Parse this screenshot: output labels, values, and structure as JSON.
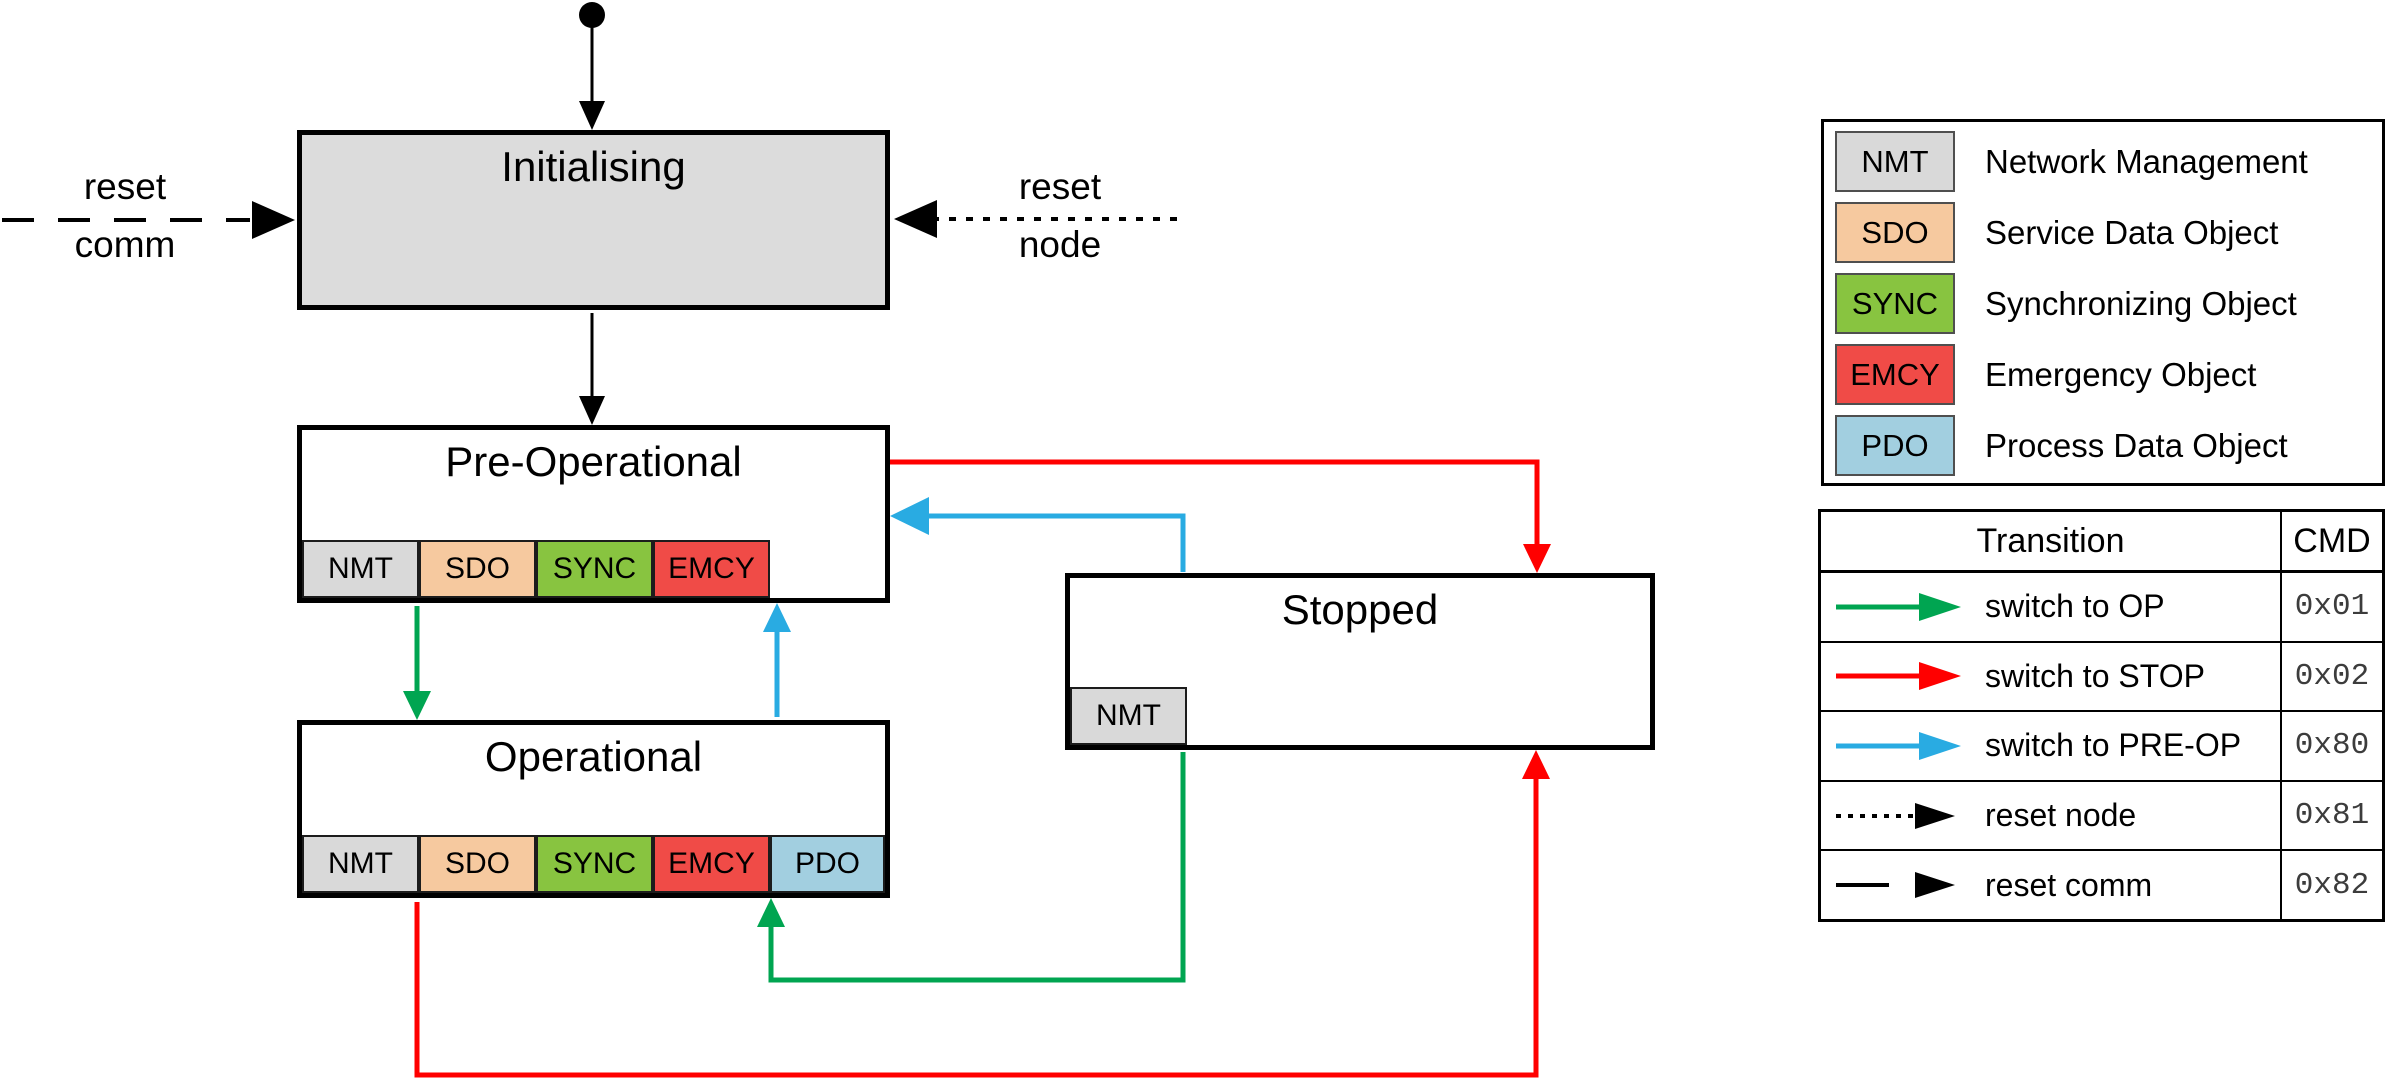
{
  "states": {
    "initialising": {
      "title": "Initialising"
    },
    "preop": {
      "title": "Pre-Operational",
      "tabs": {
        "nmt": "NMT",
        "sdo": "SDO",
        "sync": "SYNC",
        "emcy": "EMCY"
      }
    },
    "operational": {
      "title": "Operational",
      "tabs": {
        "nmt": "NMT",
        "sdo": "SDO",
        "sync": "SYNC",
        "emcy": "EMCY",
        "pdo": "PDO"
      }
    },
    "stopped": {
      "title": "Stopped",
      "tabs": {
        "nmt": "NMT"
      }
    }
  },
  "external": {
    "reset_comm": {
      "line1": "reset",
      "line2": "comm"
    },
    "reset_node": {
      "line1": "reset",
      "line2": "node"
    }
  },
  "legend": {
    "nmt": {
      "code": "NMT",
      "desc": "Network Management"
    },
    "sdo": {
      "code": "SDO",
      "desc": "Service Data Object"
    },
    "sync": {
      "code": "SYNC",
      "desc": "Synchronizing Object"
    },
    "emcy": {
      "code": "EMCY",
      "desc": "Emergency Object"
    },
    "pdo": {
      "code": "PDO",
      "desc": "Process Data Object"
    }
  },
  "table": {
    "header": {
      "transition": "Transition",
      "cmd": "CMD"
    },
    "rows": {
      "op": {
        "label": "switch to OP",
        "cmd": "0x01"
      },
      "stop": {
        "label": "switch to STOP",
        "cmd": "0x02"
      },
      "preop": {
        "label": "switch to PRE-OP",
        "cmd": "0x80"
      },
      "resetnode": {
        "label": "reset node",
        "cmd": "0x81"
      },
      "resetcomm": {
        "label": "reset comm",
        "cmd": "0x82"
      }
    }
  },
  "colors": {
    "state_fill": "#dcdcdc",
    "nmt": "#d9d9d9",
    "sdo": "#f6c99f",
    "sync": "#88c440",
    "emcy": "#f04b47",
    "pdo": "#a2cfe0",
    "green": "#00a551",
    "red": "#ff0000",
    "blue": "#29abe2",
    "black": "#000000"
  }
}
